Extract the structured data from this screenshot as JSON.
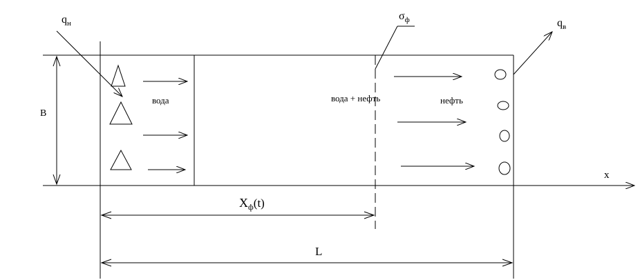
{
  "labels": {
    "q_injection_main": "q",
    "q_injection_sub": "н",
    "q_production_main": "q",
    "q_production_sub": "в",
    "sigma_main": "σ",
    "sigma_sub": "ф",
    "width": "B",
    "x_axis": "x",
    "xf_main": "X",
    "xf_sub": "ф",
    "xf_arg": "(t)",
    "length": "L",
    "water": "вода",
    "water_oil": "вода + нефть",
    "oil": "нефть"
  },
  "colors": {
    "stroke": "#000000",
    "background": "#ffffff"
  }
}
